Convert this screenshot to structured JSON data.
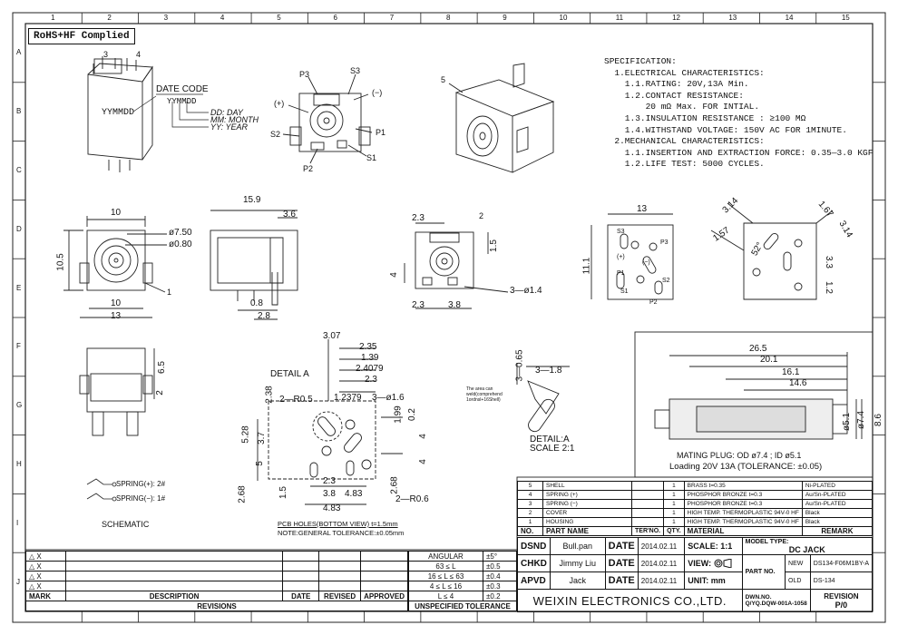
{
  "grid": {
    "cols": [
      "1",
      "2",
      "3",
      "4",
      "5",
      "6",
      "7",
      "8",
      "9",
      "10",
      "11",
      "12",
      "13",
      "14",
      "15"
    ],
    "rows": [
      "A",
      "B",
      "C",
      "D",
      "E",
      "F",
      "G",
      "H",
      "I",
      "J"
    ]
  },
  "compliance": "RoHS+HF Complied",
  "date_code": {
    "title": "DATE CODE",
    "code": "YYMMDD",
    "dd": "DD: DAY",
    "mm": "MM: MONTH",
    "yy": "YY: YEAR"
  },
  "top_view_labels": {
    "p3": "P3",
    "s3": "S3",
    "plus": "(+)",
    "minus": "(−)",
    "s2": "S2",
    "p1": "P1",
    "p2": "P2",
    "s1": "S1",
    "balloon3": "3",
    "balloon4": "4",
    "balloon5": "5",
    "balloon2": "2",
    "balloon1": "1"
  },
  "specification": [
    "SPECIFICATION:",
    "  1.ELECTRICAL CHARACTERISTICS:",
    "    1.1.RATING: 20V,13A Min.",
    "    1.2.CONTACT RESISTANCE:",
    "        20 mΩ Max. FOR INTIAL.",
    "    1.3.INSULATION RESISTANCE : ≥100 MΩ",
    "    1.4.WITHSTAND VOLTAGE: 150V AC FOR 1MINUTE.",
    "  2.MECHANICAL CHARACTERISTICS:",
    "    1.1.INSERTION AND EXTRACTION FORCE: 0.35—3.0 KGF",
    "    1.2.LIFE TEST: 5000 CYCLES."
  ],
  "dims": {
    "front_w1": "10",
    "d750": "ø7.50",
    "d080": "ø0.80",
    "front_h": "10.5",
    "front_w2": "10",
    "front_w3": "13",
    "side_len": "15.9",
    "side_36": "3.6",
    "side_08": "0.8",
    "side_28": "2.8",
    "top_23a": "2.3",
    "top_15": "1.5",
    "top_4": "4",
    "top_23b": "2.3",
    "top_38": "3.8",
    "top_hole": "3—ø1.4",
    "r_13": "13",
    "r_111": "11.1",
    "rot_314a": "3.14",
    "rot_167": "1.67",
    "rot_157": "1.57",
    "rot_52": "52°",
    "rot_314b": "3.14",
    "rot_33": "3.3",
    "rot_12": "1.2",
    "back_65": "6.5",
    "back_2": "2",
    "pcb_307": "3.07",
    "pcb_235": "2.35",
    "pcb_139": "1.39",
    "pcb_24079": "2.4079",
    "pcb_23": "2.3",
    "pcb_238": "2.38",
    "pcb_r05": "2—R0.5",
    "pcb_12379": "1.2379",
    "pcb_hole": "3—ø1.6",
    "pcb_199": "1.99",
    "pcb_02": "0.2",
    "pcb_4a": "4",
    "pcb_4b": "4",
    "pcb_528": "5.28",
    "pcb_37": "3.7",
    "pcb_5": "5",
    "pcb_23b": "2.3",
    "pcb_38": "3.8",
    "pcb_483a": "4.83",
    "pcb_483b": "4.83",
    "pcb_268a": "2.68",
    "pcb_15": "1.5",
    "pcb_268b": "2.68",
    "pcb_r06": "2—R0.6",
    "detail_label": "DETAIL A",
    "area_note": "The area can weld(comprehend 1ordnsl+16Shell)",
    "d_065": "3—0.65",
    "d_18": "3—1.8",
    "detail_a": "DETAIL:A",
    "scale": "SCALE 2:1",
    "plug_265": "26.5",
    "plug_201": "20.1",
    "plug_161": "16.1",
    "plug_146": "14.6",
    "plug_d51": "ø5.1",
    "plug_d74": "ø7.4",
    "plug_86": "8.6"
  },
  "mating_plug": "MATING PLUG: OD ø7.4 ; ID ø5.1",
  "loading": "Loading  20V 13A (TOLERANCE: ±0.05)",
  "pcb_note1": "PCB HOLES(BOTTOM VIEW) t=1.5mm",
  "pcb_note2": "NOTE:GENERAL TOLERANCE:±0.05mm",
  "schematic": {
    "spring_plus": "SPRING(+): 2#",
    "spring_minus": "SPRING(−): 1#",
    "title": "SCHEMATIC"
  },
  "bom": {
    "headers": [
      "NO.",
      "PART  NAME",
      "TER'NO.",
      "QTY.",
      "MATERIAL",
      "REMARK"
    ],
    "rows": [
      [
        "5",
        "SHELL",
        "",
        "1",
        "BRASS t=0.35",
        "Ni-PLATED"
      ],
      [
        "4",
        "SPRING (+)",
        "",
        "1",
        "PHOSPHOR BRONZE t=0.3",
        "Au/Sn-PLATED"
      ],
      [
        "3",
        "SPRING (−)",
        "",
        "1",
        "PHOSPHOR BRONZE t=0.3",
        "Au/Sn-PLATED"
      ],
      [
        "2",
        "COVER",
        "",
        "1",
        "HIGH TEMP. THERMOPLASTIC 94V-0 HF",
        "Black"
      ],
      [
        "1",
        "HOUSING",
        "",
        "1",
        "HIGH TEMP. THERMOPLASTIC 94V-0 HF",
        "Black"
      ]
    ]
  },
  "title_block": {
    "dsnd": "DSND",
    "dsnd_name": "Bull.pan",
    "chkd": "CHKD",
    "chkd_name": "Jimmy Liu",
    "apvd": "APVD",
    "apvd_name": "Jack",
    "date_label": "DATE",
    "date_value": "2014.02.11",
    "scale_label": "SCALE: 1:1",
    "view_label": "VIEW:",
    "unit_label": "UNIT:  mm",
    "model_type_label": "MODEL TYPE:",
    "model_type": "DC  JACK",
    "part_no_label": "PART NO.",
    "new_label": "NEW",
    "new_value": "DS134-F06M1BY-A",
    "old_label": "OLD",
    "old_value": "DS-134",
    "company": "WEIXIN  ELECTRONICS  CO.,LTD.",
    "dwn_label": "DWN.NO.",
    "dwn_value": "Q/YQ.DQW-001A-1058",
    "revision_label": "REVISION",
    "revision_value": "P/0"
  },
  "tolerance": {
    "title": "ANGULAR",
    "angular": "±5°",
    "rows": [
      [
        "63 ≤ L",
        "±0.5"
      ],
      [
        "16 ≤ L ≤ 63",
        "±0.4"
      ],
      [
        "4 ≤ L ≤ 16",
        "±0.3"
      ],
      [
        "L ≤ 4",
        "±0.2"
      ]
    ],
    "footer": "UNSPECIFIED TOLERANCE"
  },
  "revisions": {
    "marks": [
      "△ X",
      "△ X",
      "△ X",
      "△ X"
    ],
    "headers": [
      "MARK",
      "DESCRIPTION",
      "DATE",
      "REVISED",
      "APPROVED"
    ],
    "footer": "REVISIONS"
  }
}
